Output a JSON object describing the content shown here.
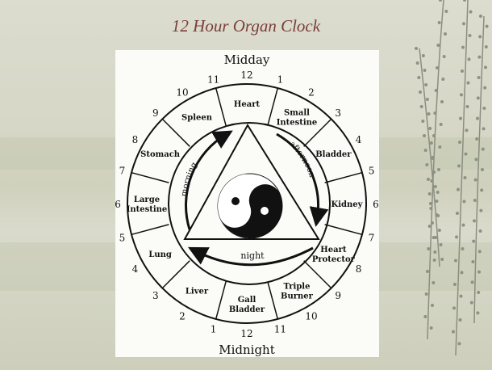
{
  "slide": {
    "title": "12 Hour Organ Clock"
  },
  "clock": {
    "top_label": "Midday",
    "bottom_label": "Midnight",
    "organs": [
      "Heart",
      "Small Intestine",
      "Bladder",
      "Kidney",
      "Heart Protector",
      "Triple Burner",
      "Gall Bladder",
      "Liver",
      "Lung",
      "Large Intestine",
      "Stomach",
      "Spleen"
    ],
    "hours": [
      "12",
      "1",
      "2",
      "3",
      "4",
      "5",
      "6",
      "7",
      "8",
      "9",
      "10",
      "11",
      "12",
      "1",
      "2",
      "3",
      "4",
      "5",
      "6",
      "7",
      "8",
      "9",
      "10",
      "11"
    ],
    "arrows": {
      "morning": "morning",
      "afternoon": "afternoon",
      "night": "night"
    }
  }
}
